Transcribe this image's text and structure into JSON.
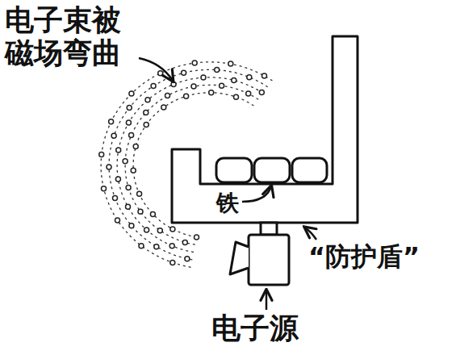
{
  "diagram": {
    "labels": [
      "电子束被 磁场弯曲",
      "铁",
      "“防护盾”",
      "电子源"
    ]
  }
}
